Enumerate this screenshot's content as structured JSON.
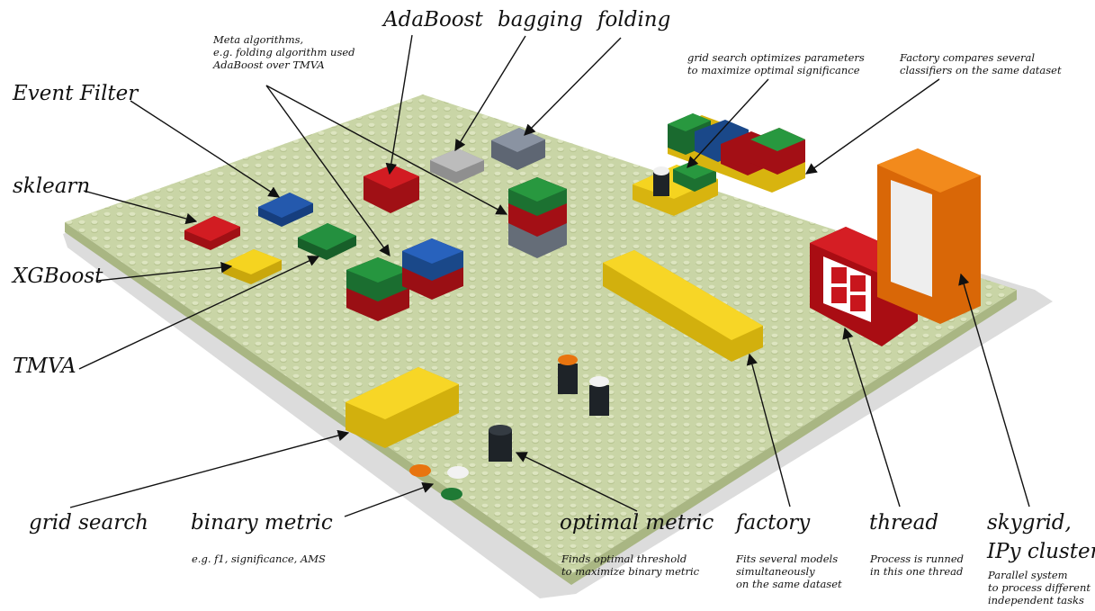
{
  "labels": {
    "event_filter": "Event Filter",
    "sklearn": "sklearn",
    "xgboost": "XGBoost",
    "tmva": "TMVA",
    "adaboost": "AdaBoost",
    "bagging": "bagging",
    "folding": "folding",
    "grid_search": "grid search",
    "binary_metric": "binary metric",
    "optimal_metric": "optimal metric",
    "factory": "factory",
    "thread": "thread",
    "skygrid_line1": "skygrid,",
    "skygrid_line2": "IPy cluster"
  },
  "notes": {
    "meta_algorithms": "Meta algorithms,\ne.g. folding algorithm used\nAdaBoost over TMVA",
    "grid_search_note": "grid search optimizes parameters\nto maximize optimal significance",
    "factory_compare": "Factory compares several\nclassifiers on the same dataset",
    "binary_metric_note": "e.g. f1, significance, AMS",
    "optimal_metric_note": "Finds optimal threshold\nto maximize binary metric",
    "factory_note": "Fits several models\nsimultaneously\non the same dataset",
    "thread_note": "Process is runned\nin this one thread",
    "skygrid_note": "Parallel system\nto process different\nindependent tasks"
  },
  "colors": {
    "baseplate": "#c9d5a6",
    "baseplate_dark": "#a9b683",
    "red": "#c8161d",
    "green": "#1f7a35",
    "blue": "#1e4f9c",
    "yellow": "#f2cf1a",
    "grey": "#8a8f99",
    "orange": "#e8740f",
    "black": "#1e2328",
    "white": "#f2f2f2"
  }
}
